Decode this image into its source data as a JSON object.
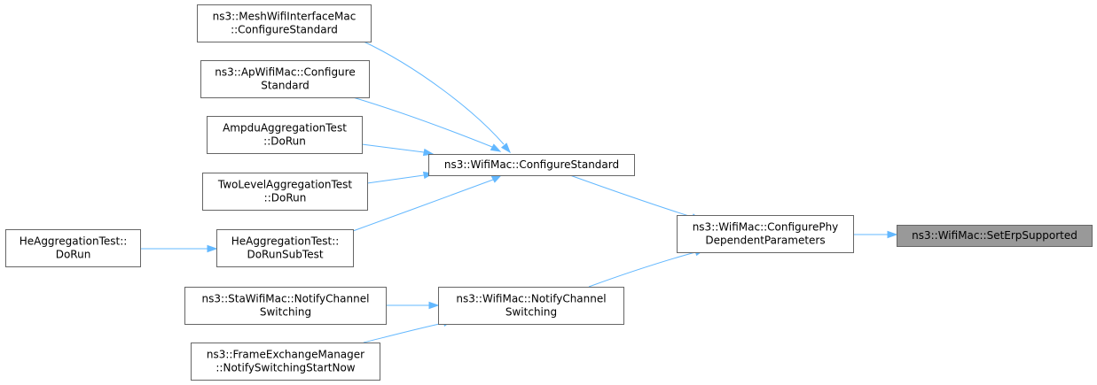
{
  "diagram": {
    "nodes": [
      {
        "id": "n0",
        "lines": [
          "ns3::WifiMac::SetErpSupported"
        ],
        "root": true
      },
      {
        "id": "n1",
        "lines": [
          "ns3::WifiMac::ConfigurePhy",
          "DependentParameters"
        ]
      },
      {
        "id": "n2",
        "lines": [
          "ns3::WifiMac::ConfigureStandard"
        ]
      },
      {
        "id": "n3",
        "lines": [
          "ns3::WifiMac::NotifyChannel",
          "Switching"
        ]
      },
      {
        "id": "n4",
        "lines": [
          "ns3::MeshWifiInterfaceMac",
          "::ConfigureStandard"
        ]
      },
      {
        "id": "n5",
        "lines": [
          "ns3::ApWifiMac::Configure",
          "Standard"
        ]
      },
      {
        "id": "n6",
        "lines": [
          "AmpduAggregationTest",
          "::DoRun"
        ]
      },
      {
        "id": "n7",
        "lines": [
          "TwoLevelAggregationTest",
          "::DoRun"
        ]
      },
      {
        "id": "n8",
        "lines": [
          "HeAggregationTest::",
          "DoRunSubTest"
        ]
      },
      {
        "id": "n9",
        "lines": [
          "HeAggregationTest::",
          "DoRun"
        ]
      },
      {
        "id": "n10",
        "lines": [
          "ns3::StaWifiMac::NotifyChannel",
          "Switching"
        ]
      },
      {
        "id": "n11",
        "lines": [
          "ns3::FrameExchangeManager",
          "::NotifySwitchingStartNow"
        ]
      }
    ],
    "edges": [
      {
        "from": "n1",
        "to": "n0"
      },
      {
        "from": "n2",
        "to": "n1"
      },
      {
        "from": "n3",
        "to": "n1"
      },
      {
        "from": "n4",
        "to": "n2"
      },
      {
        "from": "n5",
        "to": "n2"
      },
      {
        "from": "n6",
        "to": "n2"
      },
      {
        "from": "n7",
        "to": "n2"
      },
      {
        "from": "n8",
        "to": "n2"
      },
      {
        "from": "n9",
        "to": "n8"
      },
      {
        "from": "n10",
        "to": "n3"
      },
      {
        "from": "n11",
        "to": "n3"
      }
    ]
  }
}
